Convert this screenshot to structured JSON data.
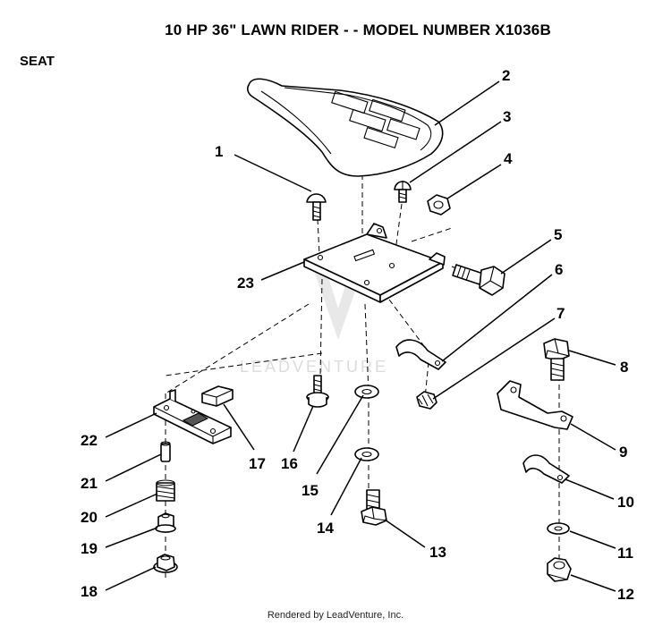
{
  "header": {
    "title": "10 HP 36\" LAWN RIDER - - MODEL NUMBER X1036B",
    "section": "SEAT"
  },
  "footer": {
    "text": "Rendered by LeadVenture, Inc."
  },
  "watermark": {
    "text": "LEADVENTURE"
  },
  "callouts": [
    "1",
    "2",
    "3",
    "4",
    "5",
    "6",
    "7",
    "8",
    "9",
    "10",
    "11",
    "12",
    "13",
    "14",
    "15",
    "16",
    "17",
    "18",
    "19",
    "20",
    "21",
    "22",
    "23"
  ]
}
